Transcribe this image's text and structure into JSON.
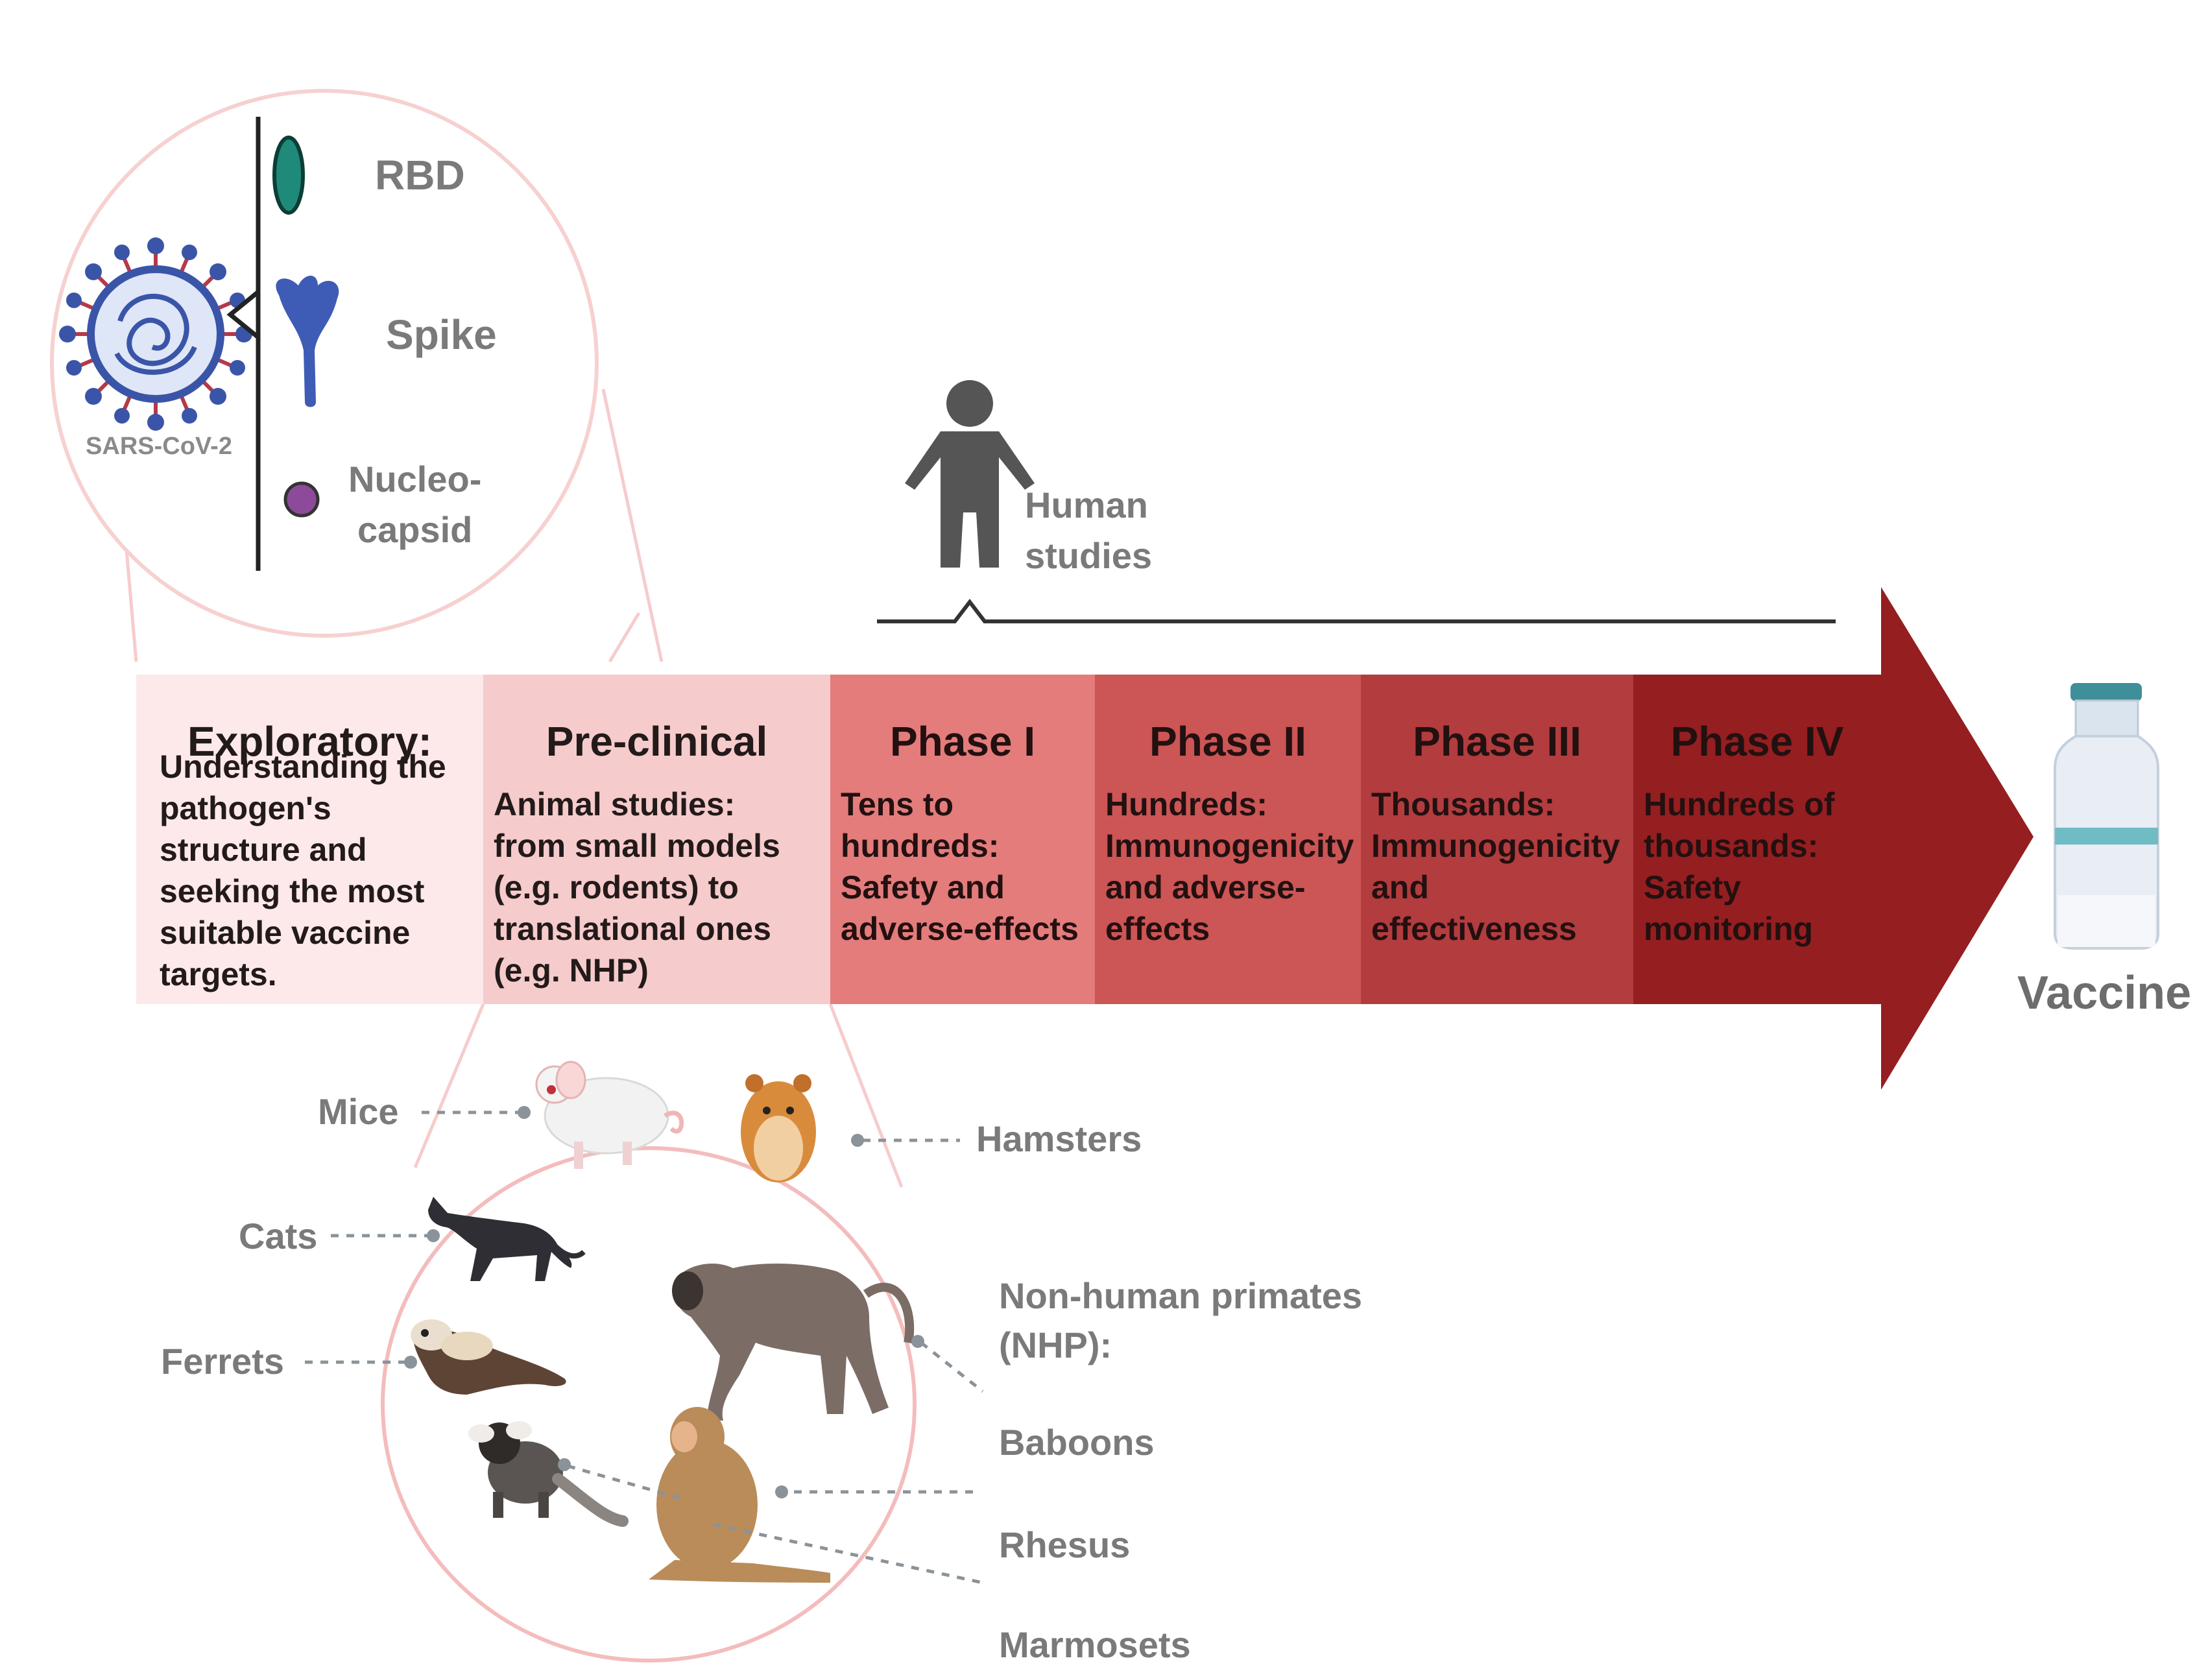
{
  "virus": {
    "label": "SARS-CoV-2",
    "components": [
      "RBD",
      "Spike",
      "Nucleo-\ncapsid"
    ],
    "colors": {
      "rbd": "#1f8a7a",
      "spike": "#3e5bb5",
      "nucleocapsid": "#8e4a9a",
      "virus_body": "#3a55a8",
      "virus_spikes": "#b5394a"
    }
  },
  "human": {
    "label": "Human\nstudies"
  },
  "stages": [
    {
      "title": "Exploratory:",
      "desc": "Understanding the\npathogen's\nstructure and\nseeking the most\nsuitable vaccine\ntargets.",
      "color": "#fde9ea"
    },
    {
      "title": "Pre-clinical",
      "desc": "Animal studies:\nfrom small models\n(e.g. rodents) to\ntranslational ones\n(e.g. NHP)",
      "color": "#f6cbcc"
    },
    {
      "title": "Phase I",
      "desc": "Tens to\nhundreds:\nSafety and\nadverse-effects",
      "color": "#e47c7c"
    },
    {
      "title": "Phase II",
      "desc": "Hundreds:\nImmunogenicity\nand adverse-\neffects",
      "color": "#cc5555"
    },
    {
      "title": "Phase III",
      "desc": "Thousands:\nImmunogenicity\nand\neffectiveness",
      "color": "#b23c3e"
    },
    {
      "title": "Phase IV",
      "desc": "Hundreds of\nthousands:\nSafety\nmonitoring",
      "color": "#951e20"
    }
  ],
  "vaccine": {
    "label": "Vaccine"
  },
  "animals": {
    "mice": "Mice",
    "hamsters": "Hamsters",
    "cats": "Cats",
    "ferrets": "Ferrets",
    "nhp": "Non-human primates\n(NHP):",
    "baboons": "Baboons",
    "rhesus": "Rhesus",
    "marmosets": "Marmosets"
  }
}
